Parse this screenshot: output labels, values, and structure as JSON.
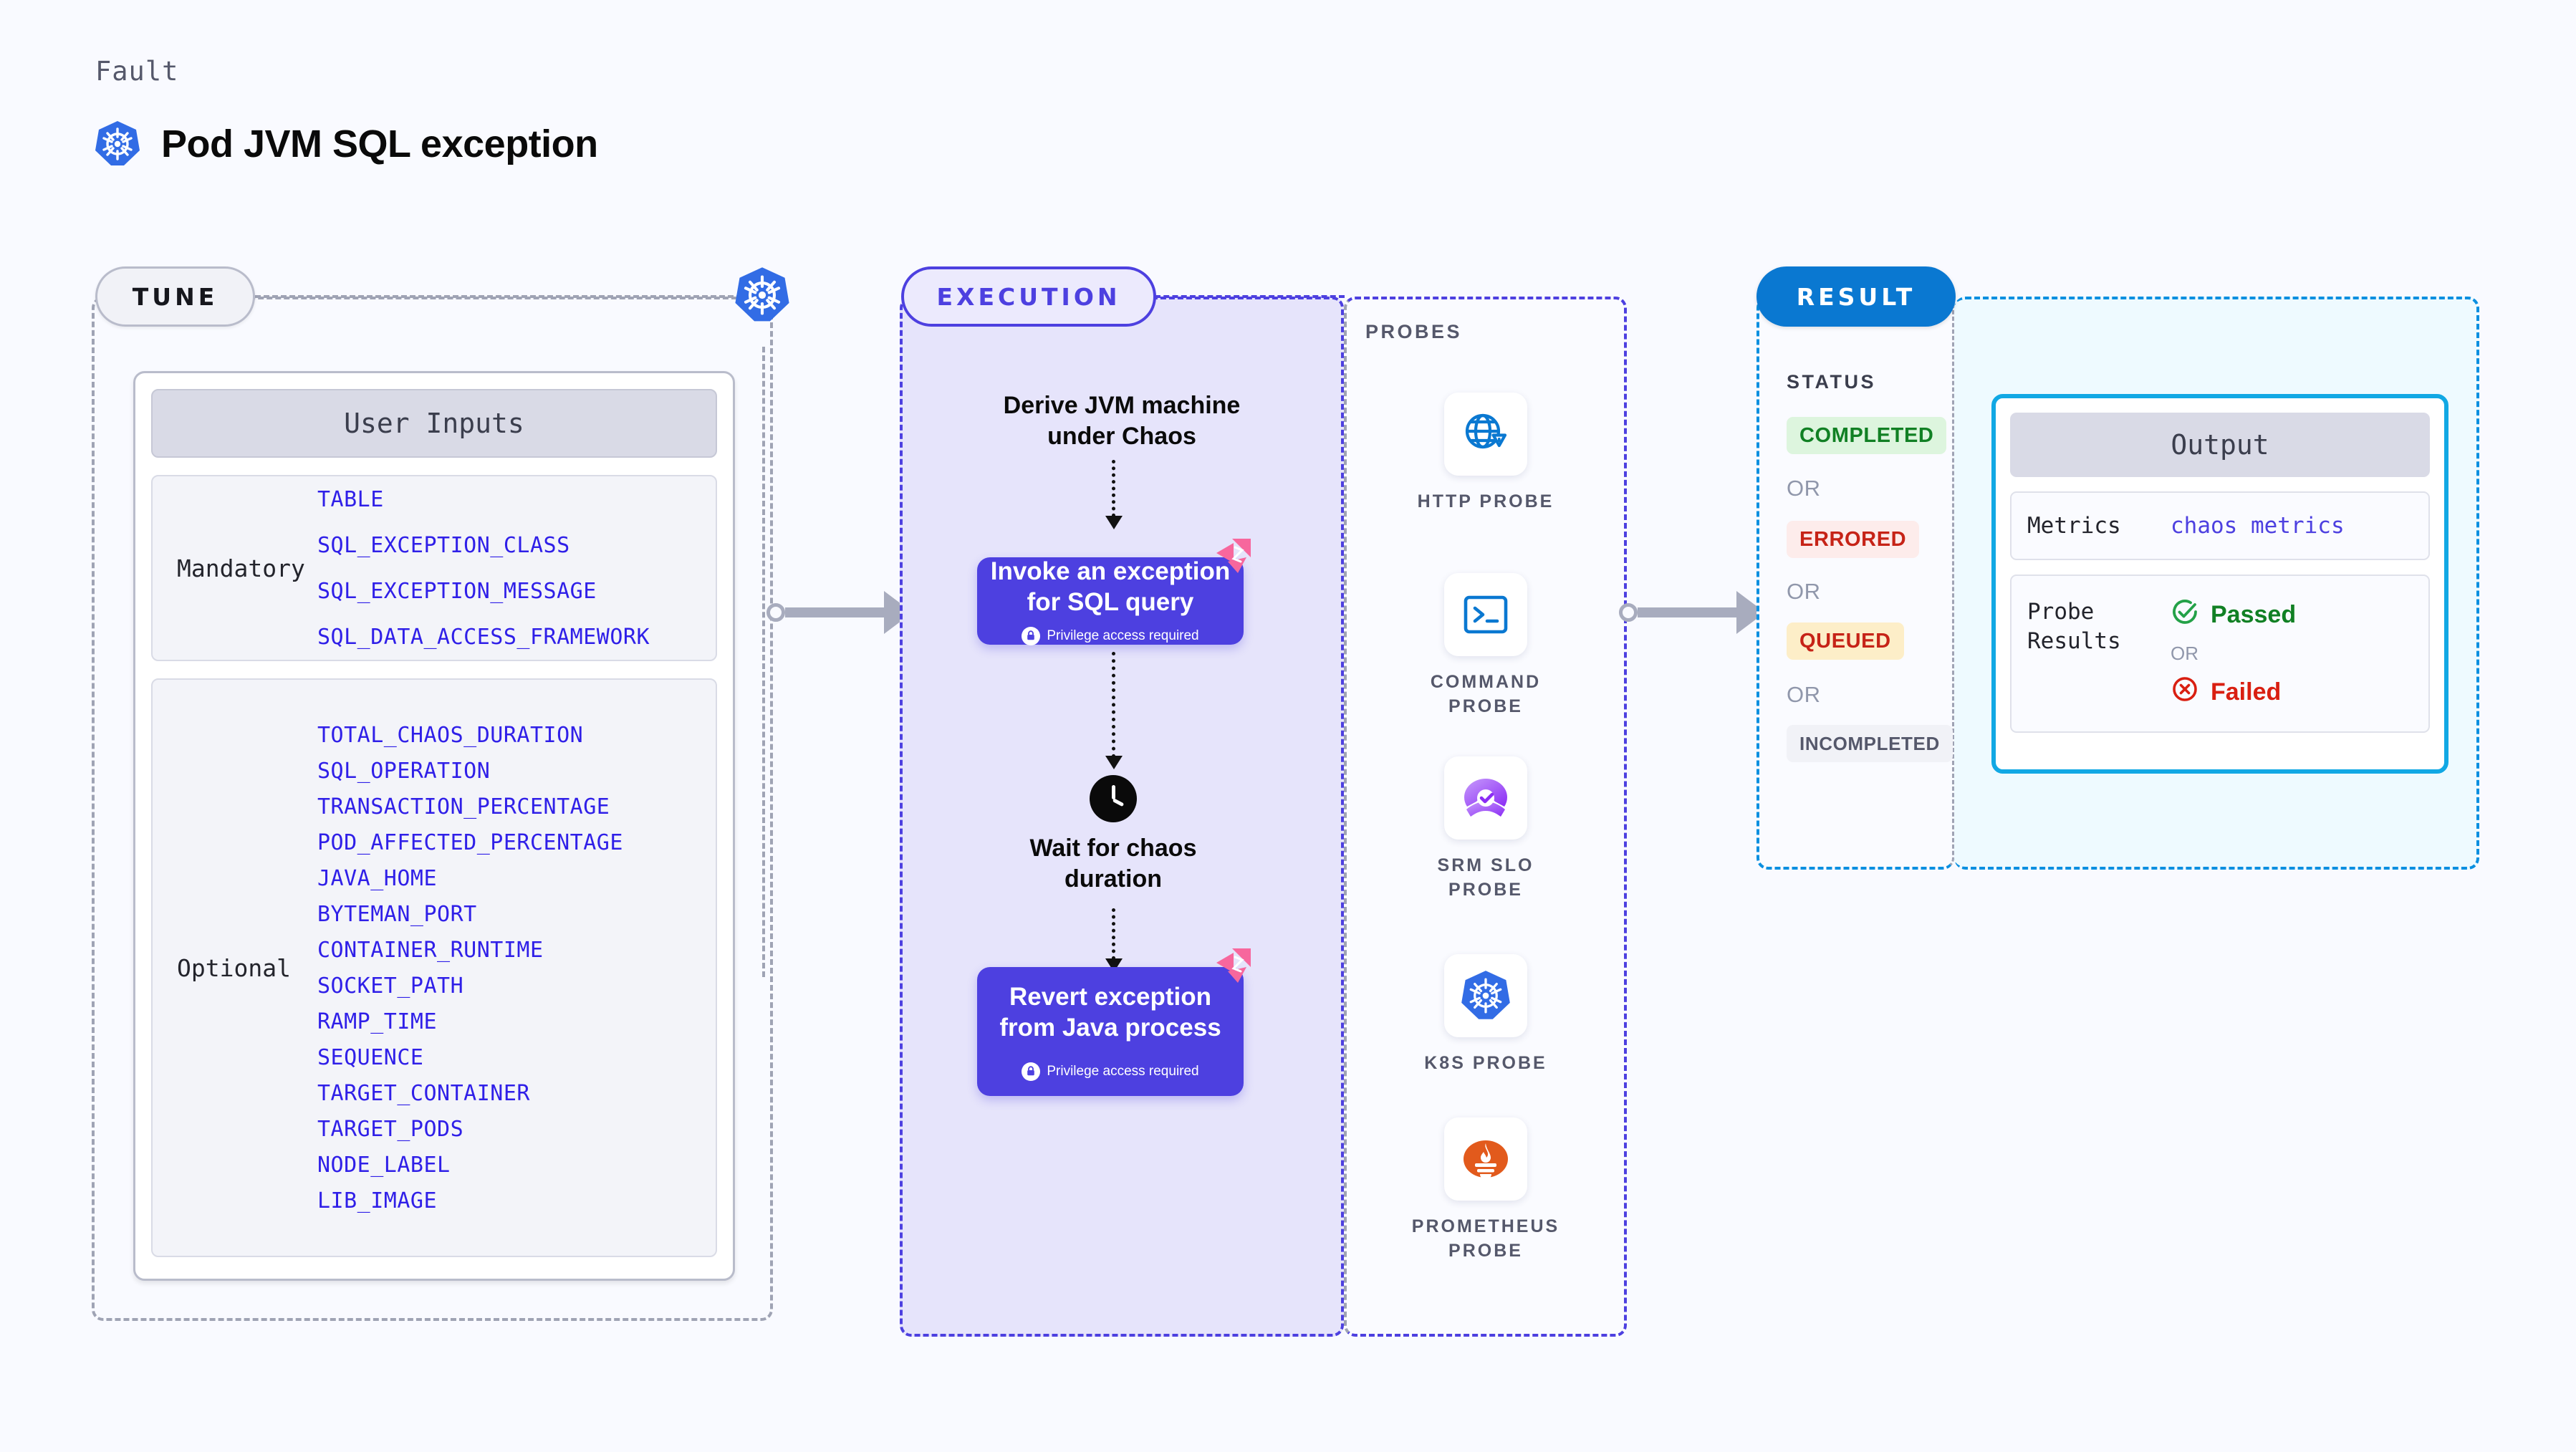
{
  "header": {
    "kicker": "Fault",
    "title": "Pod JVM SQL exception",
    "icon": "kubernetes-icon"
  },
  "tune": {
    "pill_label": "TUNE",
    "card_title": "User Inputs",
    "mandatory": {
      "label": "Mandatory",
      "params": [
        "TABLE",
        "SQL_EXCEPTION_CLASS",
        "SQL_EXCEPTION_MESSAGE",
        "SQL_DATA_ACCESS_FRAMEWORK"
      ]
    },
    "optional": {
      "label": "Optional",
      "params": [
        "TOTAL_CHAOS_DURATION",
        "SQL_OPERATION",
        "TRANSACTION_PERCENTAGE",
        "POD_AFFECTED_PERCENTAGE",
        "JAVA_HOME",
        "BYTEMAN_PORT",
        "CONTAINER_RUNTIME",
        "SOCKET_PATH",
        "RAMP_TIME",
        "SEQUENCE",
        "TARGET_CONTAINER",
        "TARGET_PODS",
        "NODE_LABEL",
        "LIB_IMAGE"
      ]
    }
  },
  "execution": {
    "pill_label": "EXECUTION",
    "step_1": "Derive JVM machine\nunder Chaos",
    "step_1_line1": "Derive JVM machine",
    "step_1_line2": "under Chaos",
    "step_2_line1": "Invoke an exception",
    "step_2_line2": "for SQL query",
    "step_2_note": "Privilege access required",
    "step_3_line1": "Wait for chaos",
    "step_3_line2": "duration",
    "step_4_line1": "Revert exception",
    "step_4_line2": "from Java process",
    "step_4_note": "Privilege access required"
  },
  "probes": {
    "section_label": "PROBES",
    "items": [
      {
        "name": "HTTP PROBE",
        "icon": "globe-warning-icon"
      },
      {
        "name": "COMMAND\nPROBE",
        "line1": "COMMAND",
        "line2": "PROBE",
        "icon": "terminal-icon"
      },
      {
        "name": "SRM SLO\nPROBE",
        "line1": "SRM SLO",
        "line2": "PROBE",
        "icon": "srm-slo-icon"
      },
      {
        "name": "K8S PROBE",
        "icon": "kubernetes-icon"
      },
      {
        "name": "PROMETHEUS\nPROBE",
        "line1": "PROMETHEUS",
        "line2": "PROBE",
        "icon": "prometheus-icon"
      }
    ]
  },
  "result": {
    "pill_label": "RESULT",
    "status_label": "STATUS",
    "or_label": "OR",
    "statuses": [
      {
        "label": "COMPLETED",
        "bg": "#ddf5de",
        "fg": "#118024"
      },
      {
        "label": "ERRORED",
        "bg": "#fdeceb",
        "fg": "#c62317"
      },
      {
        "label": "QUEUED",
        "bg": "#fdeec8",
        "fg": "#c62317"
      },
      {
        "label": "INCOMPLETED",
        "bg": "#f1f2f7",
        "fg": "#55586b"
      }
    ],
    "output": {
      "title": "Output",
      "metrics_key": "Metrics",
      "metrics_value": "chaos metrics",
      "probe_key_line1": "Probe",
      "probe_key_line2": "Results",
      "passed_label": "Passed",
      "failed_label": "Failed",
      "or_label": "OR"
    }
  },
  "colors": {
    "background": "#f9faff",
    "brand_purple": "#4d40e0",
    "k8s_blue": "#326ce5",
    "result_blue": "#0a78d1",
    "output_cyan": "#11a8e4",
    "litmus_pink": "#f7679d",
    "param_blue": "#2f1fe8",
    "pass_green": "#118024",
    "fail_red": "#c62317",
    "prometheus_orange": "#e25a1c"
  }
}
